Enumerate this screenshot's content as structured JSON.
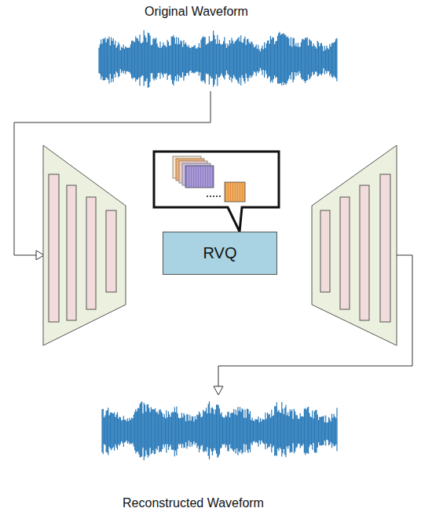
{
  "diagram": {
    "nodes": [
      {
        "text": [
          "RVQ"
        ]
      }
    ],
    "labels": [
      "Original Waveform",
      "Reconstructed Waveform"
    ]
  }
}
